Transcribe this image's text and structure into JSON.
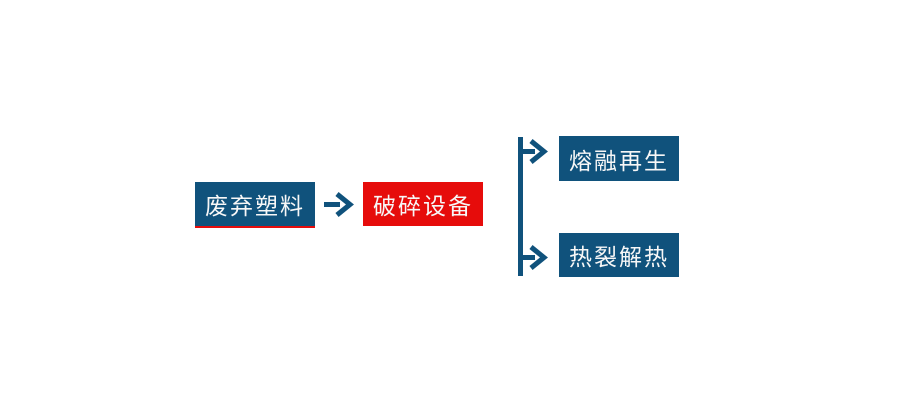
{
  "diagram": {
    "title": "waste-plastic-recycling-flowchart",
    "nodes": [
      {
        "id": "waste-plastic",
        "label": "废弃塑料",
        "variant": "blue",
        "accent": true
      },
      {
        "id": "crushing-equipment",
        "label": "破碎设备",
        "variant": "red",
        "accent": false
      },
      {
        "id": "melt-regeneration",
        "label": "熔融再生",
        "variant": "blue",
        "accent": false
      },
      {
        "id": "pyrolysis-heat",
        "label": "热裂解热",
        "variant": "blue",
        "accent": false
      }
    ],
    "edges": [
      {
        "from": "waste-plastic",
        "to": "crushing-equipment",
        "type": "arrow"
      },
      {
        "from": "crushing-equipment",
        "to": "melt-regeneration",
        "type": "branch-arrow"
      },
      {
        "from": "crushing-equipment",
        "to": "pyrolysis-heat",
        "type": "branch-arrow"
      }
    ],
    "colors": {
      "box_blue": "#10527C",
      "box_red": "#E60C0B",
      "arrow_blue": "#10527C",
      "accent_line_red": "#E60C0B",
      "text": "#F7F7F7",
      "background": "#FFFFFF"
    }
  }
}
